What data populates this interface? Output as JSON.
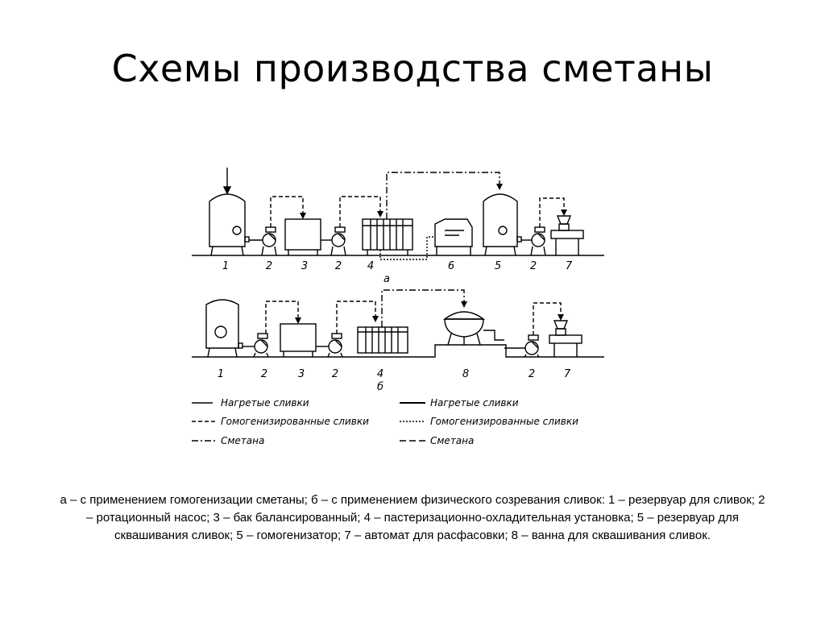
{
  "title": "Схемы производства сметаны",
  "diagram": {
    "row_a": {
      "labels": [
        "1",
        "2",
        "3",
        "2",
        "4",
        "6",
        "5",
        "2",
        "7"
      ],
      "caption": "а"
    },
    "row_b": {
      "labels": [
        "1",
        "2",
        "3",
        "2",
        "4",
        "8",
        "2",
        "7"
      ],
      "caption": "б"
    },
    "legend_left": [
      "Нагретые сливки",
      "Гомогенизированные сливки",
      "Сметана"
    ],
    "legend_right": [
      "Нагретые сливки",
      "Гомогенизированные сливки",
      "Сметана"
    ]
  },
  "caption": "а – с применением гомогенизации сметаны; б – с применением физического созревания сливок: 1 – резервуар для сливок; 2 – ротационный насос; 3 – бак балансированный; 4 – пастеризационно-охладительная установка; 5 – резервуар для сквашивания сливок; 5 – гомогенизатор; 7 – автомат для расфасовки; 8 – ванна для сквашивания сливок."
}
